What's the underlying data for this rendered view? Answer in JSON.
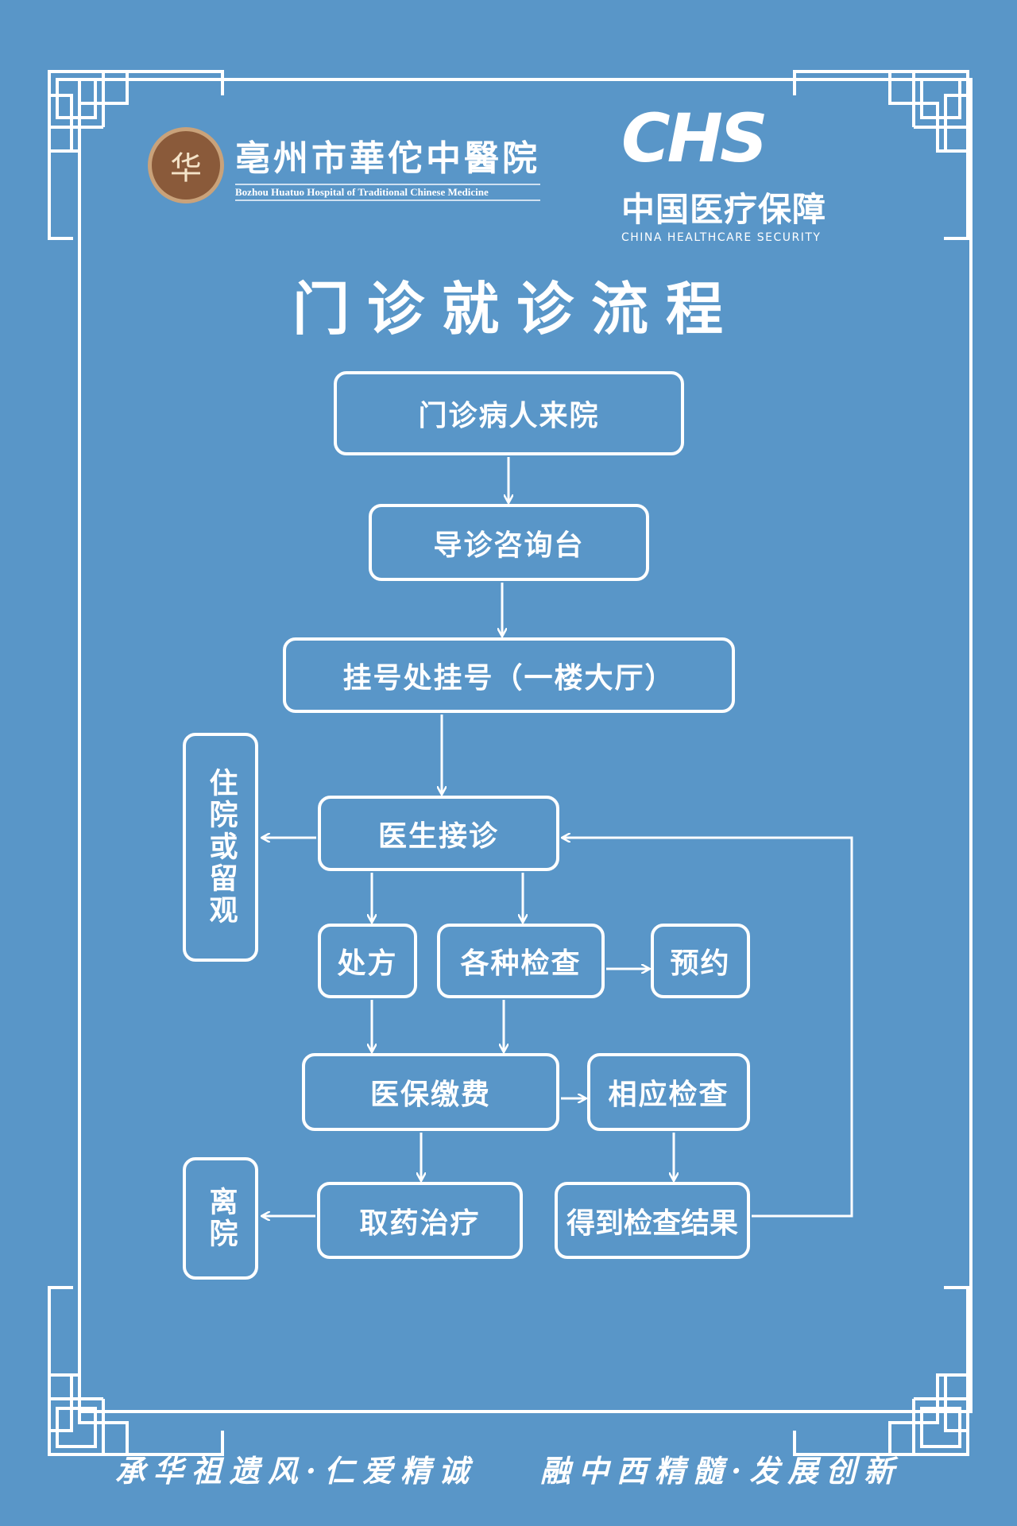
{
  "header": {
    "hospital_name_cn": "亳州市華佗中醫院",
    "hospital_name_en": "Bozhou Huatuo Hospital of Traditional Chinese Medicine",
    "seal_mark": "华",
    "chs_logo": "CHS",
    "chs_cn": "中国医疗保障",
    "chs_en": "CHINA HEALTHCARE SECURITY"
  },
  "title": "门诊就诊流程",
  "flow": {
    "arrive": "门诊病人来院",
    "guide": "导诊咨询台",
    "register": "挂号处挂号（一楼大厅）",
    "inpatient": "住院或留观",
    "doctor": "医生接诊",
    "prescription": "处方",
    "exams": "各种检查",
    "appointment": "预约",
    "payment": "医保缴费",
    "related_exam": "相应检查",
    "leave": "离院",
    "medicine": "取药治疗",
    "results": "得到检查结果"
  },
  "footer": {
    "left": "承华祖遗风·仁爱精诚",
    "right": "融中西精髓·发展创新"
  },
  "colors": {
    "background": "#5996c8",
    "foreground": "#ffffff"
  }
}
